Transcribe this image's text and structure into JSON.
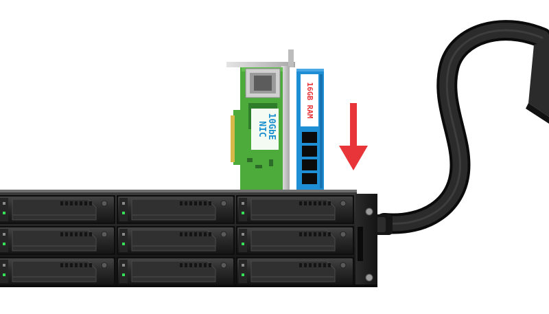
{
  "nic_card": {
    "label_line1": "10GbE",
    "label_line2": "NIC",
    "label_color": "#1a8fd0",
    "pcb_color": "#4cab3a",
    "bracket_color": "#c8c8c8"
  },
  "ram_module": {
    "label": "16GB RAM",
    "label_color": "#e8353a",
    "pcb_color": "#1e8fd4"
  },
  "install_arrow": {
    "color": "#e8353a",
    "direction": "down"
  },
  "nas_unit": {
    "drive_bay_columns": 3,
    "drive_bay_rows": 3,
    "chassis_color": "#1c1c1c",
    "led_color": "#38e05a"
  },
  "cable": {
    "color": "#1f1f1f"
  }
}
